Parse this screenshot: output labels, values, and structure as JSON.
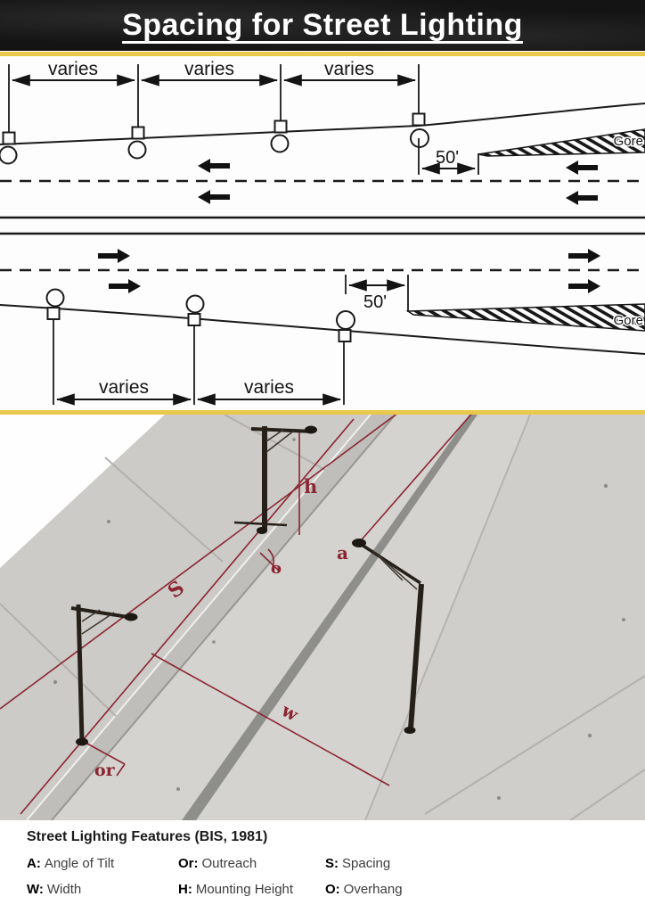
{
  "header": {
    "title": "Spacing for Street Lighting"
  },
  "top_diagram": {
    "spacing_labels_top": [
      "varies",
      "varies",
      "varies"
    ],
    "gore_label_top": "Gore",
    "ramp_offset_top": "50'",
    "ramp_offset_bottom": "50'",
    "gore_label_bottom": "Gore",
    "spacing_labels_bottom": [
      "varies",
      "varies"
    ]
  },
  "photo_diagram": {
    "labels": {
      "mounting_height": "h",
      "angle_of_tilt": "a",
      "spacing": "S",
      "overhang": "o",
      "width": "w",
      "outreach": "or"
    }
  },
  "caption": {
    "title": "Street Lighting Features (BIS, 1981)",
    "legend": [
      {
        "key": "A:",
        "value": "Angle of Tilt"
      },
      {
        "key": "Or:",
        "value": "Outreach"
      },
      {
        "key": "S:",
        "value": "Spacing"
      },
      {
        "key": "W:",
        "value": "Width"
      },
      {
        "key": "H:",
        "value": "Mounting Height"
      },
      {
        "key": "O:",
        "value": "Overhang"
      }
    ]
  },
  "colors": {
    "accent_yellow": "#e9c84e",
    "annotation_red": "#8b2531",
    "header_bg": "#141414"
  }
}
